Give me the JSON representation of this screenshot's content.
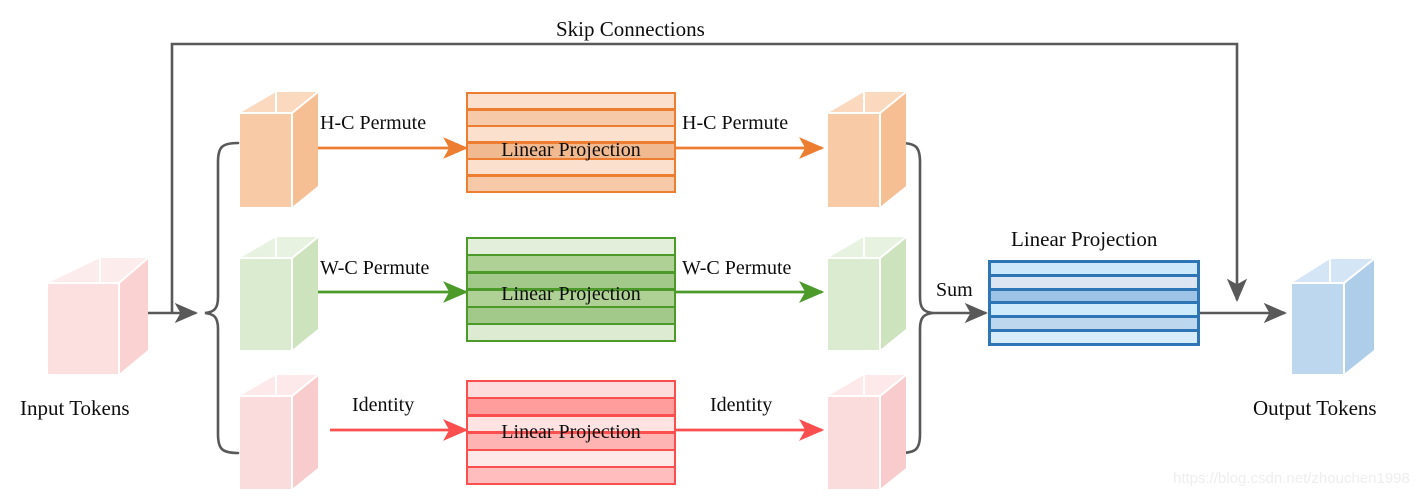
{
  "figure": {
    "title_label": "Skip Connections",
    "watermark": "https://blog.csdn.net/zhouchen1998",
    "input_label": "Input Tokens",
    "output_label": "Output Tokens",
    "sum_label": "Sum",
    "output_projection_label": "Linear Projection"
  },
  "branches": [
    {
      "id": "height-channel",
      "in_label": "H-C Permute",
      "out_label": "H-C Permute",
      "proj_label": "Linear Projection",
      "color": "#ED7D31",
      "fill_light": "#FBE0CE",
      "fill_dark": "#F6C9A8",
      "cube_front": "#F8CBA6",
      "cube_top": "#FAD9BE",
      "cube_side": "#F5BE93"
    },
    {
      "id": "width-channel",
      "in_label": "W-C Permute",
      "out_label": "W-C Permute",
      "proj_label": "Linear Projection",
      "color": "#4C9A2A",
      "fill_light": "#DDEBD2",
      "fill_dark": "#A9CE8F",
      "cube_front": "#DBEBD0",
      "cube_top": "#E7F2E0",
      "cube_side": "#CDE3BE"
    },
    {
      "id": "identity",
      "in_label": "Identity",
      "out_label": "Identity",
      "proj_label": "Linear Projection",
      "color": "#FB4F4F",
      "fill_light": "#FFDCDC",
      "fill_dark": "#FF9D9D",
      "cube_front": "#FBDCDC",
      "cube_top": "#FDE9E9",
      "cube_side": "#F8CCCC"
    }
  ],
  "output_projection": {
    "border": "#2E75B6",
    "stripes": [
      "#CCE8FA",
      "#DCE6F2",
      "#9DC3E6",
      "#CDEBFB",
      "#BDD7EE",
      "#D6ECFB"
    ]
  },
  "cubes": {
    "input": {
      "front": "#FCE0E0",
      "top": "#FDECEC",
      "side": "#FAD2D2"
    },
    "output": {
      "front": "#BDD7EE",
      "top": "#D4E5F5",
      "side": "#AECDE8"
    }
  },
  "colors": {
    "connector": "#595959",
    "text": "#0D0D0D"
  }
}
